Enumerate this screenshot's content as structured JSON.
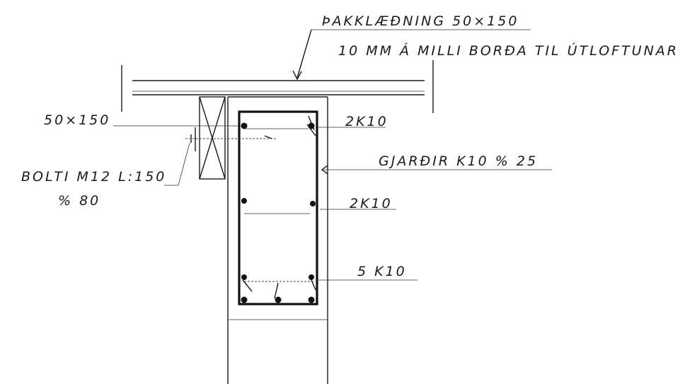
{
  "labels": {
    "panel_title": "ÞAKKLÆÐNING 50×150",
    "panel_note": "10 MM Á MILLI BORÐA TIL ÚTLOFTUNAR",
    "timber": "50×150",
    "top_bars": "2K10",
    "stirrups": "GJARÐIR K10 % 25",
    "mid_bars": "2K10",
    "bottom_bars": "5 K10",
    "bolt": "BOLTI M12 L:150",
    "bolt_spacing": "% 80"
  }
}
